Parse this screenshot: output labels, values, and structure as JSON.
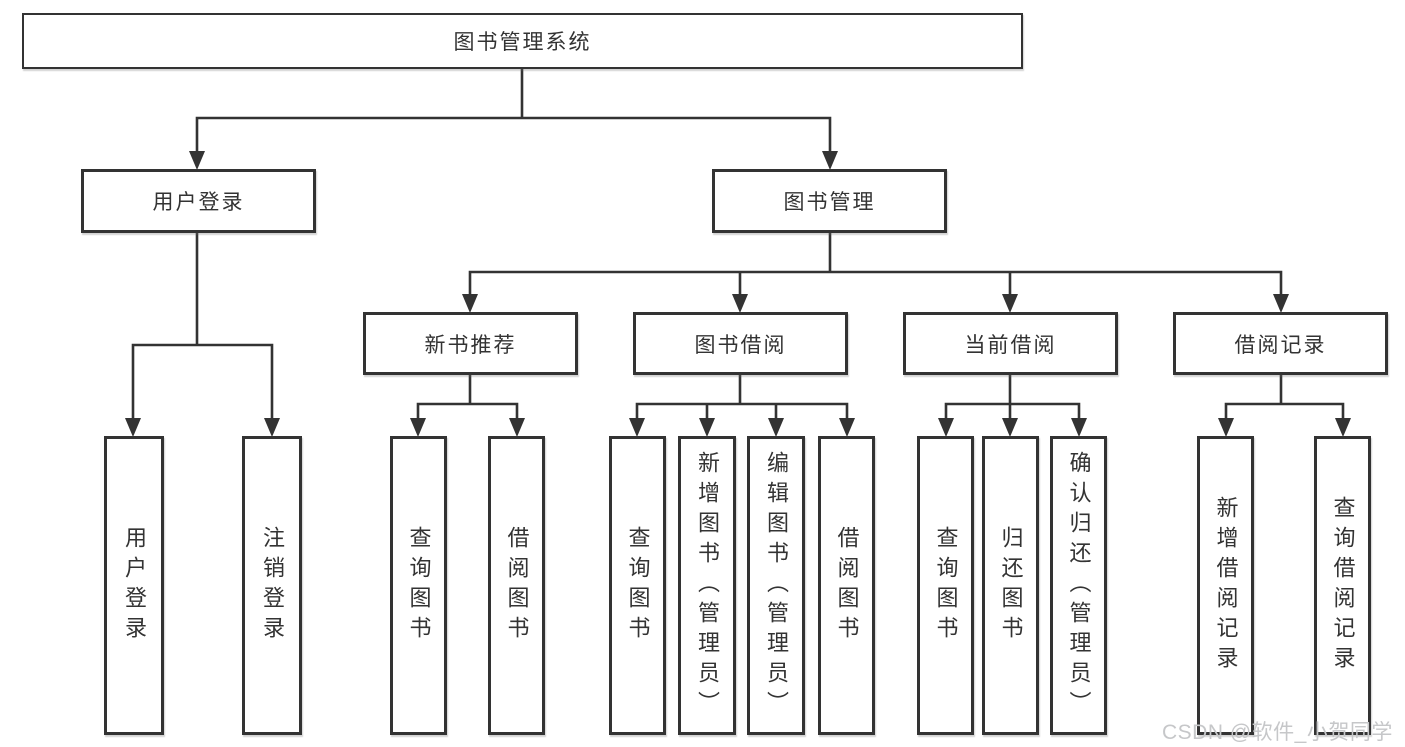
{
  "tree": {
    "label": "图书管理系统",
    "children": [
      {
        "label": "用户登录",
        "children": [
          {
            "label": "用户登录"
          },
          {
            "label": "注销登录"
          }
        ]
      },
      {
        "label": "图书管理",
        "children": [
          {
            "label": "新书推荐",
            "children": [
              {
                "label": "查询图书"
              },
              {
                "label": "借阅图书"
              }
            ]
          },
          {
            "label": "图书借阅",
            "children": [
              {
                "label": "查询图书"
              },
              {
                "label": "新增图书（管理员）"
              },
              {
                "label": "编辑图书（管理员）"
              },
              {
                "label": "借阅图书"
              }
            ]
          },
          {
            "label": "当前借阅",
            "children": [
              {
                "label": "查询图书"
              },
              {
                "label": "归还图书"
              },
              {
                "label": "确认归还（管理员）"
              }
            ]
          },
          {
            "label": "借阅记录",
            "children": [
              {
                "label": "新增借阅记录"
              },
              {
                "label": "查询借阅记录"
              }
            ]
          }
        ]
      }
    ]
  },
  "watermark": "CSDN @软件_小贺同学",
  "colors": {
    "line": "#333333",
    "text": "#333333",
    "background": "#ffffff",
    "watermark": "#c6c7c9"
  }
}
